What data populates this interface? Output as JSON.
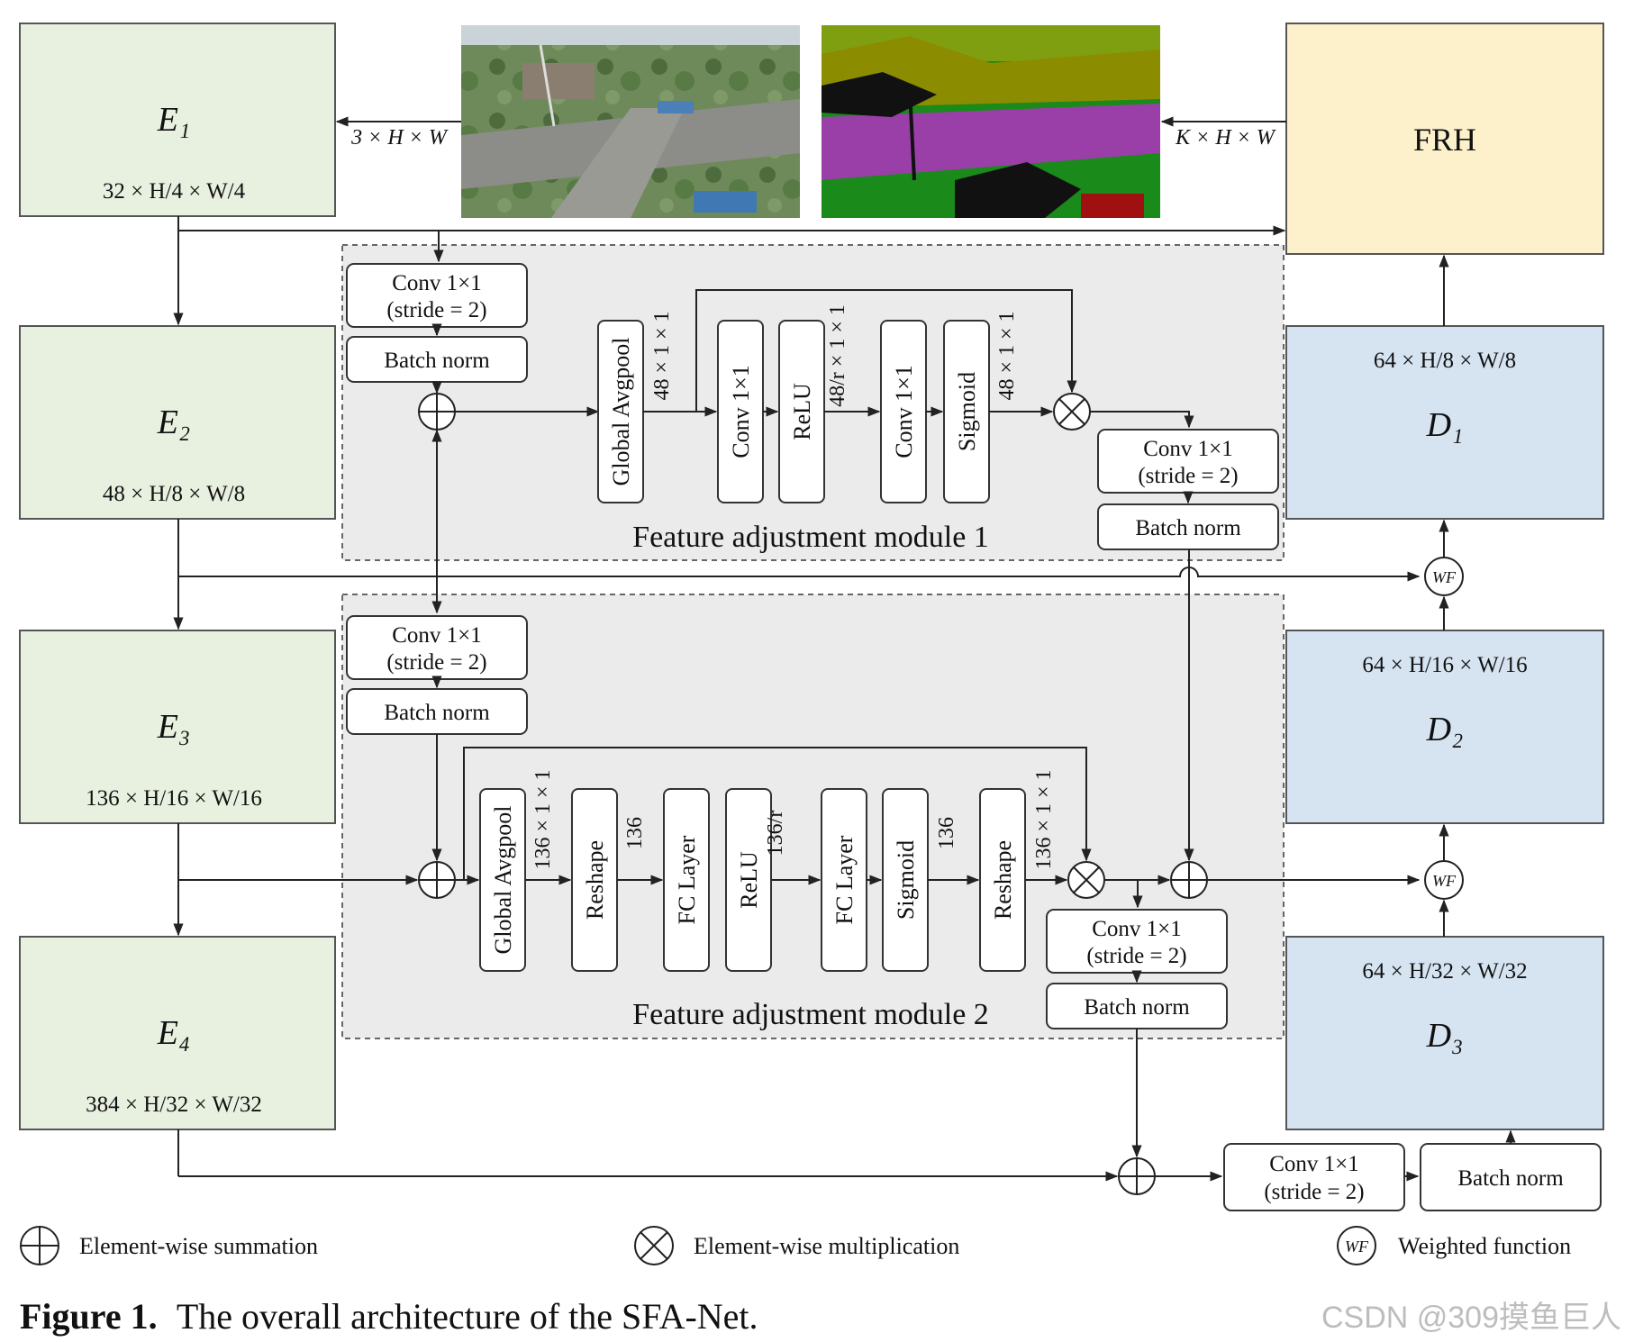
{
  "encoders": [
    {
      "label": "E₁",
      "dims": "32 × H/4 × W/4"
    },
    {
      "label": "E₂",
      "dims": "48 × H/8 × W/8"
    },
    {
      "label": "E₃",
      "dims": "136 × H/16 × W/16"
    },
    {
      "label": "E₄",
      "dims": "384 × H/32 × W/32"
    }
  ],
  "decoders": [
    {
      "label": "D₁",
      "dims": "64 × H/8 × W/8"
    },
    {
      "label": "D₂",
      "dims": "64 × H/16 × W/16"
    },
    {
      "label": "D₃",
      "dims": "64 × H/32 × W/32"
    }
  ],
  "frh": "FRH",
  "input_dims": "3 × H × W",
  "output_dims": "K × H × W",
  "module1": {
    "title": "Feature adjustment module 1",
    "conv": {
      "line1": "Conv 1×1",
      "line2": "(stride = 2)"
    },
    "bn": "Batch norm",
    "ops": [
      "Global Avgpool",
      "Conv 1×1",
      "ReLU",
      "Conv 1×1",
      "Sigmoid"
    ],
    "dims": [
      "48 × 1 × 1",
      "48/r × 1 × 1",
      "48 × 1 × 1"
    ],
    "out_conv": {
      "line1": "Conv 1×1",
      "line2": "(stride = 2)"
    },
    "out_bn": "Batch norm"
  },
  "module2": {
    "title": "Feature adjustment module 2",
    "conv": {
      "line1": "Conv 1×1",
      "line2": "(stride = 2)"
    },
    "bn": "Batch norm",
    "ops": [
      "Global Avgpool",
      "Reshape",
      "FC Layer",
      "ReLU",
      "FC Layer",
      "Sigmoid",
      "Reshape"
    ],
    "dims": [
      "136 × 1 × 1",
      "136",
      "136/r",
      "136",
      "136 × 1 × 1"
    ],
    "out_conv": {
      "line1": "Conv 1×1",
      "line2": "(stride = 2)"
    },
    "out_bn": "Batch norm"
  },
  "final": {
    "conv": {
      "line1": "Conv 1×1",
      "line2": "(stride = 2)"
    },
    "bn": "Batch norm"
  },
  "wf_label": "WF",
  "legend": {
    "sum": "Element-wise summation",
    "mul": "Element-wise multiplication",
    "wf": "Weighted function"
  },
  "caption": {
    "bold": "Figure 1.",
    "text": "The overall architecture of the SFA-Net."
  },
  "watermark": "CSDN @309摸鱼巨人",
  "colors": {
    "encoder": "#e8f0e0",
    "decoder": "#d6e4f2",
    "frh": "#fdf1cc",
    "module": "#ebebeb"
  }
}
